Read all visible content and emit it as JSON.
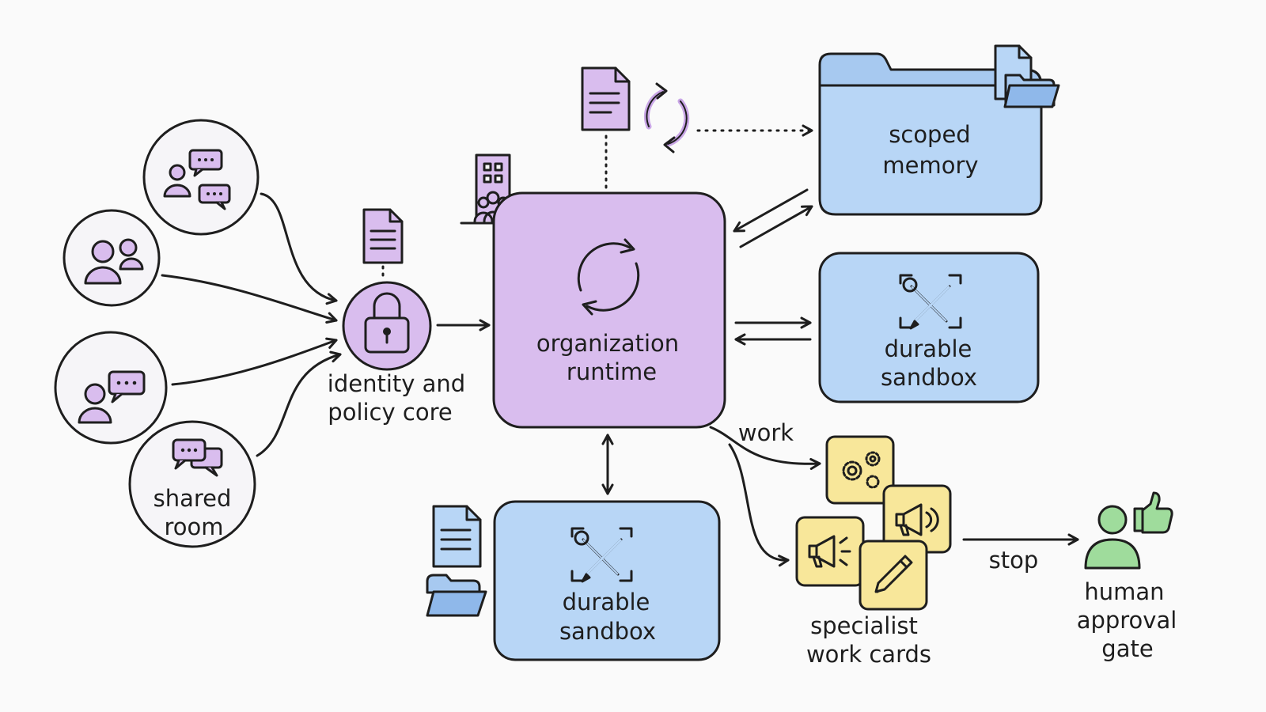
{
  "colors": {
    "ink": "#1e1e1e",
    "purple_fill": "#d9bdee",
    "purple_icon": "#c9a6e6",
    "blue_fill": "#b8d6f6",
    "blue_icon": "#a7c9f0",
    "yellow_fill": "#f8e79a",
    "green_fill": "#9fdc9c",
    "bubble_fill": "#f6f5f8",
    "background": "#fafafa"
  },
  "sources": [
    {
      "id": "chat-group",
      "icon": "person-chat-icon"
    },
    {
      "id": "people",
      "icon": "people-icon"
    },
    {
      "id": "person-message",
      "icon": "person-message-icon"
    },
    {
      "id": "shared-room",
      "icon": "chat-bubbles-icon",
      "label_lines": [
        "shared",
        "room"
      ]
    }
  ],
  "identity": {
    "icon": "padlock-icon",
    "label_lines": [
      "identity and",
      "policy core"
    ],
    "doc_icon": "document-icon"
  },
  "runtime": {
    "icon": "sync-icon",
    "label_lines": [
      "organization",
      "runtime"
    ],
    "building_icon": "office-building-icon",
    "doc_icon": "document-icon",
    "cycle_icon": "refresh-arrows-icon"
  },
  "memory": {
    "icon": "folder-icon",
    "label_lines": [
      "scoped",
      "memory"
    ],
    "badge_icon": "file-folder-icon"
  },
  "sandbox_right": {
    "icon": "tools-icon",
    "label_lines": [
      "durable",
      "sandbox"
    ]
  },
  "sandbox_bottom": {
    "icon": "tools-icon",
    "label_lines": [
      "durable",
      "sandbox"
    ],
    "side_icons": [
      "document-icon",
      "folder-icon"
    ]
  },
  "work": {
    "edge_label": "work",
    "cards": [
      "gears-icon",
      "megaphone-icon",
      "megaphone-icon",
      "pen-icon"
    ],
    "label_lines": [
      "specialist",
      "work cards"
    ]
  },
  "approval": {
    "edge_label": "stop",
    "icon": "person-thumbs-up-icon",
    "label_lines": [
      "human",
      "approval",
      "gate"
    ]
  }
}
